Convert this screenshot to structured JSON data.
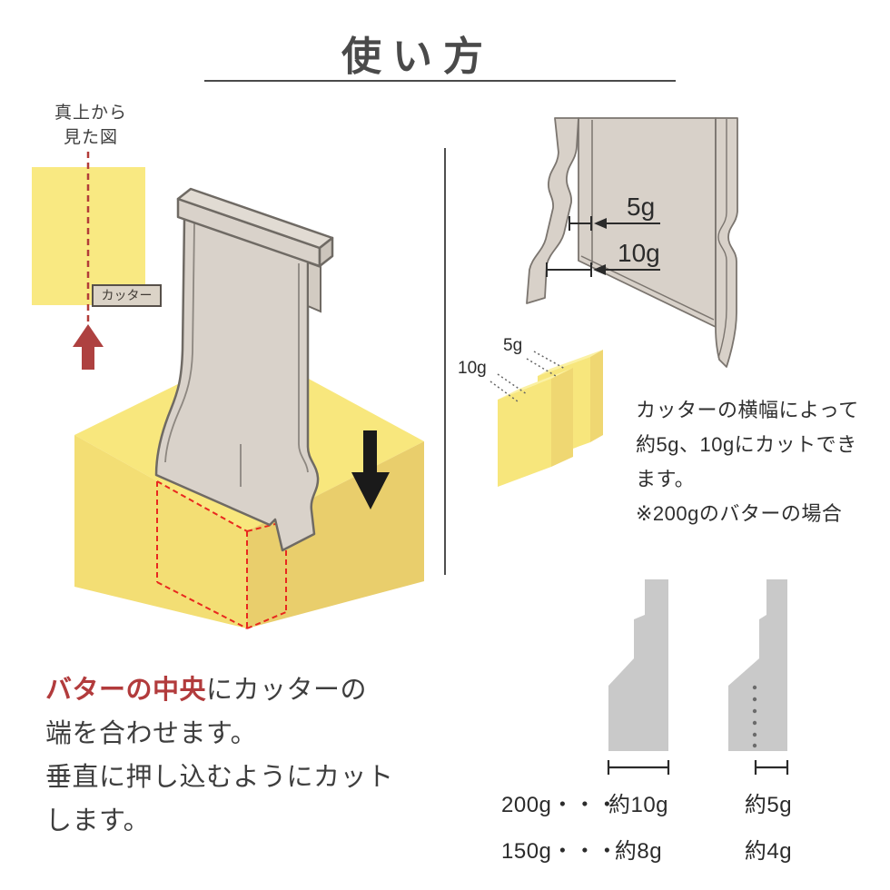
{
  "page": {
    "title": "使い方"
  },
  "left_panel": {
    "top_view_label_line1": "真上から",
    "top_view_label_line2": "見た図",
    "cutter_tag": "カッター",
    "caption": {
      "highlight": "バターの中央",
      "line1_rest": "にカッターの",
      "line2": "端を合わせます。",
      "line3": "垂直に押し込むようにカット",
      "line4": "します。"
    }
  },
  "right_panel": {
    "width_labels": {
      "five": "5g",
      "ten": "10g"
    },
    "slice_labels": {
      "five": "5g",
      "ten": "10g"
    },
    "description": {
      "line1": "カッターの横幅によって",
      "line2": "約5g、10gにカットでき",
      "line3": "ます。",
      "line4": "※200gのバターの場合"
    },
    "table": {
      "row1": {
        "weight": "200g・・・",
        "ten": "約10g",
        "five": "約5g"
      },
      "row2": {
        "weight": "150g・・・",
        "ten": "約8g",
        "five": "約4g"
      }
    }
  },
  "colors": {
    "text_dark": "#3e3e3e",
    "accent_red": "#b23b3c",
    "cut_dash_red": "#e8281e",
    "arrow_brick_red": "#ae4140",
    "butter_top": "#f8e77d",
    "butter_left": "#f3de74",
    "butter_right": "#e9ce6c",
    "cutter_body": "#d9d2ca",
    "profile_gray": "#c9c9c9",
    "outline_gray": "#6f6a64"
  }
}
